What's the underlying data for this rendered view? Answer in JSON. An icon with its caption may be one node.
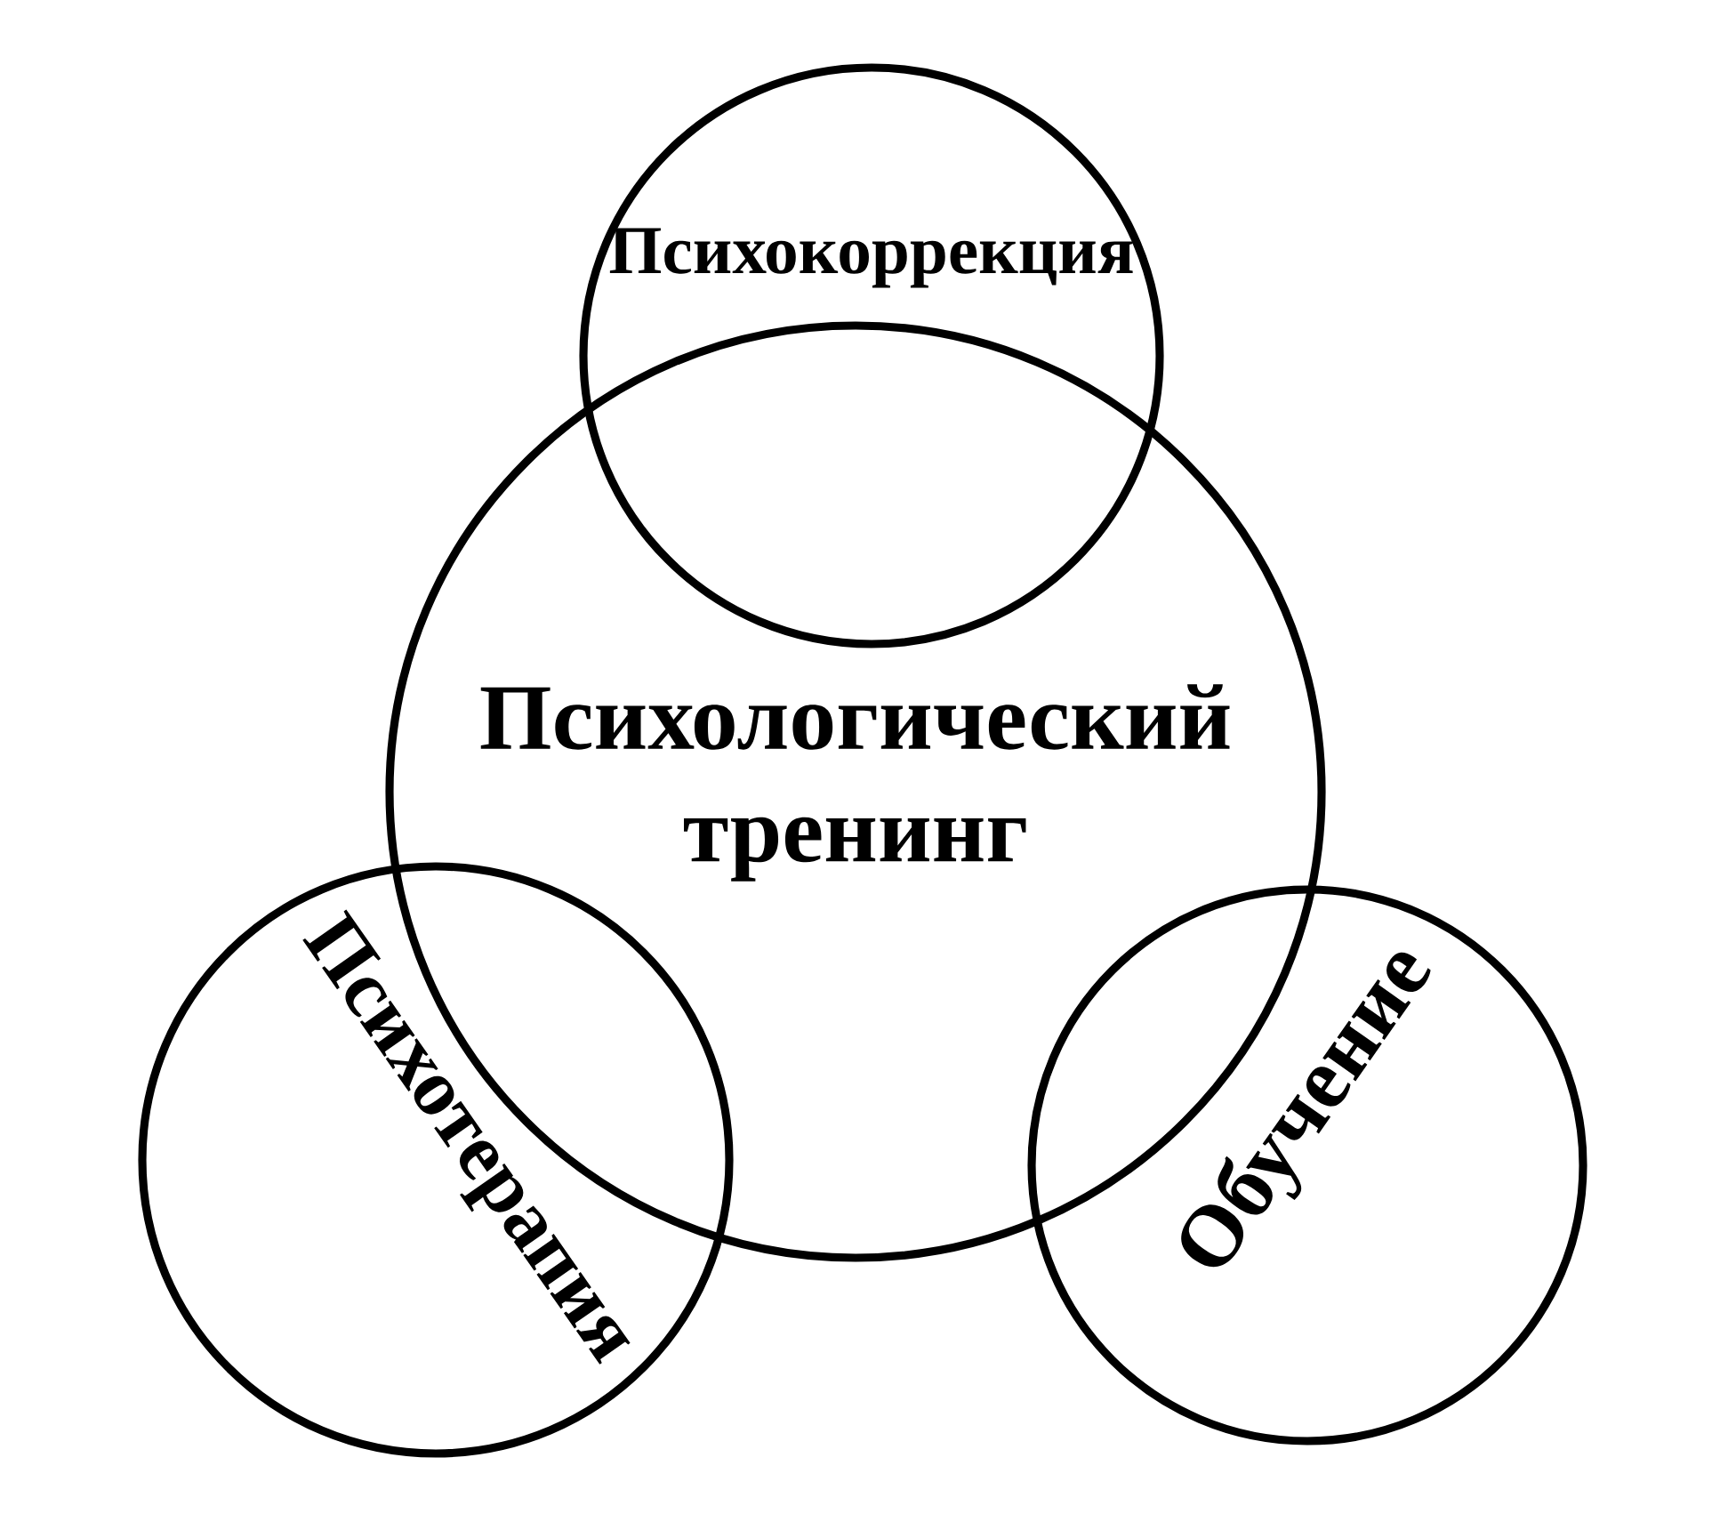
{
  "diagram": {
    "nodes": [
      {
        "text": [
          "Психологический тренинг"
        ]
      },
      {
        "text": [
          "Психокоррекция"
        ]
      },
      {
        "text": [
          "Психотерапия"
        ]
      },
      {
        "text": [
          "Обучение"
        ]
      }
    ]
  }
}
